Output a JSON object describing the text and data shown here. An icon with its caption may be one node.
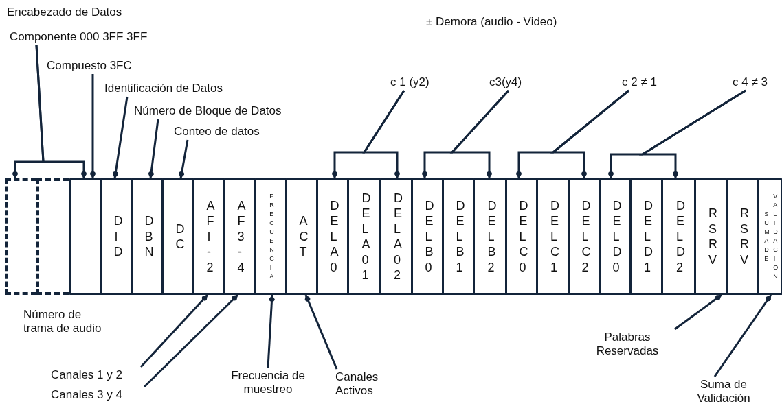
{
  "diagram": {
    "nodes": [
      {
        "text": [
          "Componente 000 3FF 3FF"
        ]
      },
      {
        "text": [
          "Compuesto 3FC"
        ]
      },
      {
        "text": [
          "Identificación de Datos"
        ]
      },
      {
        "text": [
          "Número de Bloque de Datos"
        ]
      },
      {
        "text": [
          "Conteo de datos"
        ]
      },
      {
        "text": [
          "c 1 (y2)"
        ]
      },
      {
        "text": [
          "c3(y4)"
        ]
      },
      {
        "text": [
          "c 2 ≠ 1"
        ]
      },
      {
        "text": [
          "c 4 ≠ 3"
        ]
      },
      {
        "text": [],
        "shape": "box"
      },
      {
        "text": [],
        "shape": "box"
      },
      {
        "text": [],
        "shape": "box"
      },
      {
        "text": [
          "DID"
        ]
      },
      {
        "text": [
          "DBN"
        ]
      },
      {
        "text": [
          "DC"
        ]
      },
      {
        "text": [
          "AFI-2"
        ]
      },
      {
        "text": [
          "AF3-4"
        ]
      },
      {
        "text": [
          "FRECUENCIA"
        ]
      },
      {
        "text": [
          "ACT"
        ]
      },
      {
        "text": [
          "DELA0"
        ]
      },
      {
        "text": [
          "DELA01"
        ]
      },
      {
        "text": [
          "DELA02"
        ]
      },
      {
        "text": [
          "DELB0"
        ]
      },
      {
        "text": [
          "DELB1"
        ]
      },
      {
        "text": [
          "DELB2"
        ]
      },
      {
        "text": [
          "DELC0"
        ]
      },
      {
        "text": [
          "DELC1"
        ]
      },
      {
        "text": [
          "DELC2"
        ]
      },
      {
        "text": [
          "DELD0"
        ]
      },
      {
        "text": [
          "DELD1"
        ]
      },
      {
        "text": [
          "DELD2"
        ]
      },
      {
        "text": [
          "RSRV"
        ]
      },
      {
        "text": [
          "RSRV"
        ]
      },
      {
        "text": [
          "SUMA DE",
          "VALIDACION"
        ]
      },
      {
        "text": [
          "Palabras Reservadas"
        ]
      },
      {
        "text": [
          "Canales 1 y 2"
        ]
      },
      {
        "text": [
          "Frecuencia de muestreo"
        ]
      },
      {
        "text": [
          "Canales Activos"
        ]
      },
      {
        "text": [
          "Suma de Validación"
        ]
      },
      {
        "text": [
          "Canales 3 y 4"
        ]
      }
    ],
    "edges": [
      {
        "from": 0,
        "to": 9,
        "arrow": "to"
      },
      {
        "from": 0,
        "to": 11,
        "arrow": "to"
      },
      {
        "from": 1,
        "to": 11,
        "arrow": "to"
      },
      {
        "from": 2,
        "to": 12,
        "arrow": "to"
      },
      {
        "from": 3,
        "to": 13,
        "arrow": "to"
      },
      {
        "from": 4,
        "to": 14,
        "arrow": "to"
      },
      {
        "from": 5,
        "to": 19,
        "arrow": "to"
      },
      {
        "from": 5,
        "to": 21,
        "arrow": "to"
      },
      {
        "from": 6,
        "to": 22,
        "arrow": "to"
      },
      {
        "from": 6,
        "to": 24,
        "arrow": "to"
      },
      {
        "from": 7,
        "to": 25,
        "arrow": "to"
      },
      {
        "from": 7,
        "to": 27,
        "arrow": "to"
      },
      {
        "from": 8,
        "to": 28,
        "arrow": "to"
      },
      {
        "from": 8,
        "to": 30,
        "arrow": "to"
      },
      {
        "from": 35,
        "to": 15,
        "arrow": "to"
      },
      {
        "from": 39,
        "to": 16,
        "arrow": "to"
      },
      {
        "from": 36,
        "to": 17,
        "arrow": "to"
      },
      {
        "from": 37,
        "to": 18,
        "arrow": "to"
      },
      {
        "from": 34,
        "to": 31,
        "arrow": "to"
      },
      {
        "from": 38,
        "to": 33,
        "arrow": "to"
      }
    ],
    "labels": [
      "Encabezado de Datos",
      "± Demora (audio - Video)",
      "Número de trama de audio"
    ]
  }
}
